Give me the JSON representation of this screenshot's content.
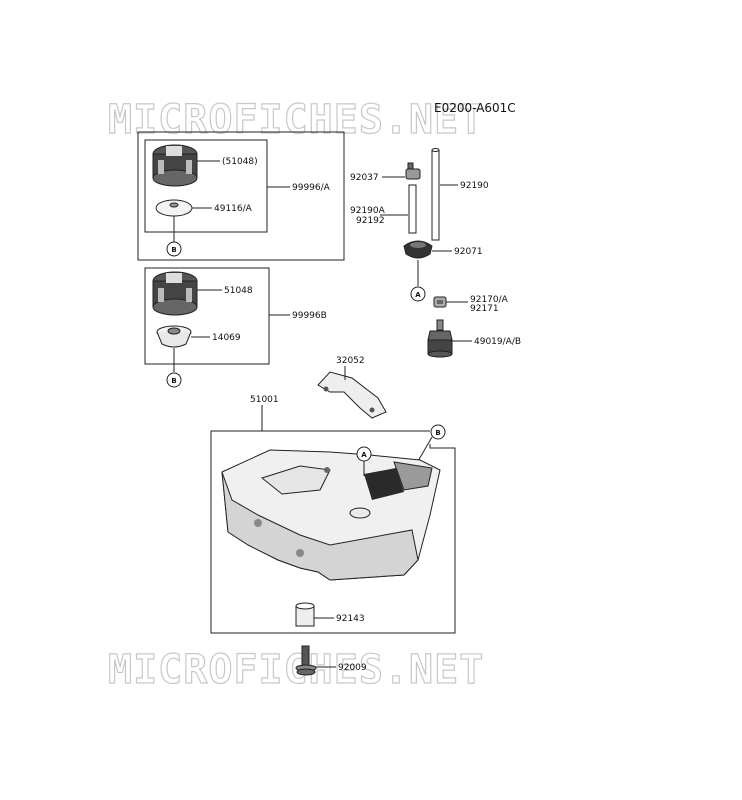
{
  "diagram_code": "E0200-A601C",
  "watermarks": [
    "MICROFICHES.NET",
    "MICROFICHES.NET"
  ],
  "callouts": {
    "a": "A",
    "b": "B"
  },
  "labels": {
    "p51048_paren": "(51048)",
    "p99996a": "99996/A",
    "p49116a": "49116/A",
    "p51048": "51048",
    "p99996b": "99996B",
    "p14069": "14069",
    "p92037": "92037",
    "p92190": "92190",
    "p92190a": "92190A",
    "p92192": "92192",
    "p92071": "92071",
    "p92170a": "92170/A",
    "p92171": "92171",
    "p49019ab": "49019/A/B",
    "p32052": "32052",
    "p51001": "51001",
    "p92143": "92143",
    "p92009": "92009"
  }
}
